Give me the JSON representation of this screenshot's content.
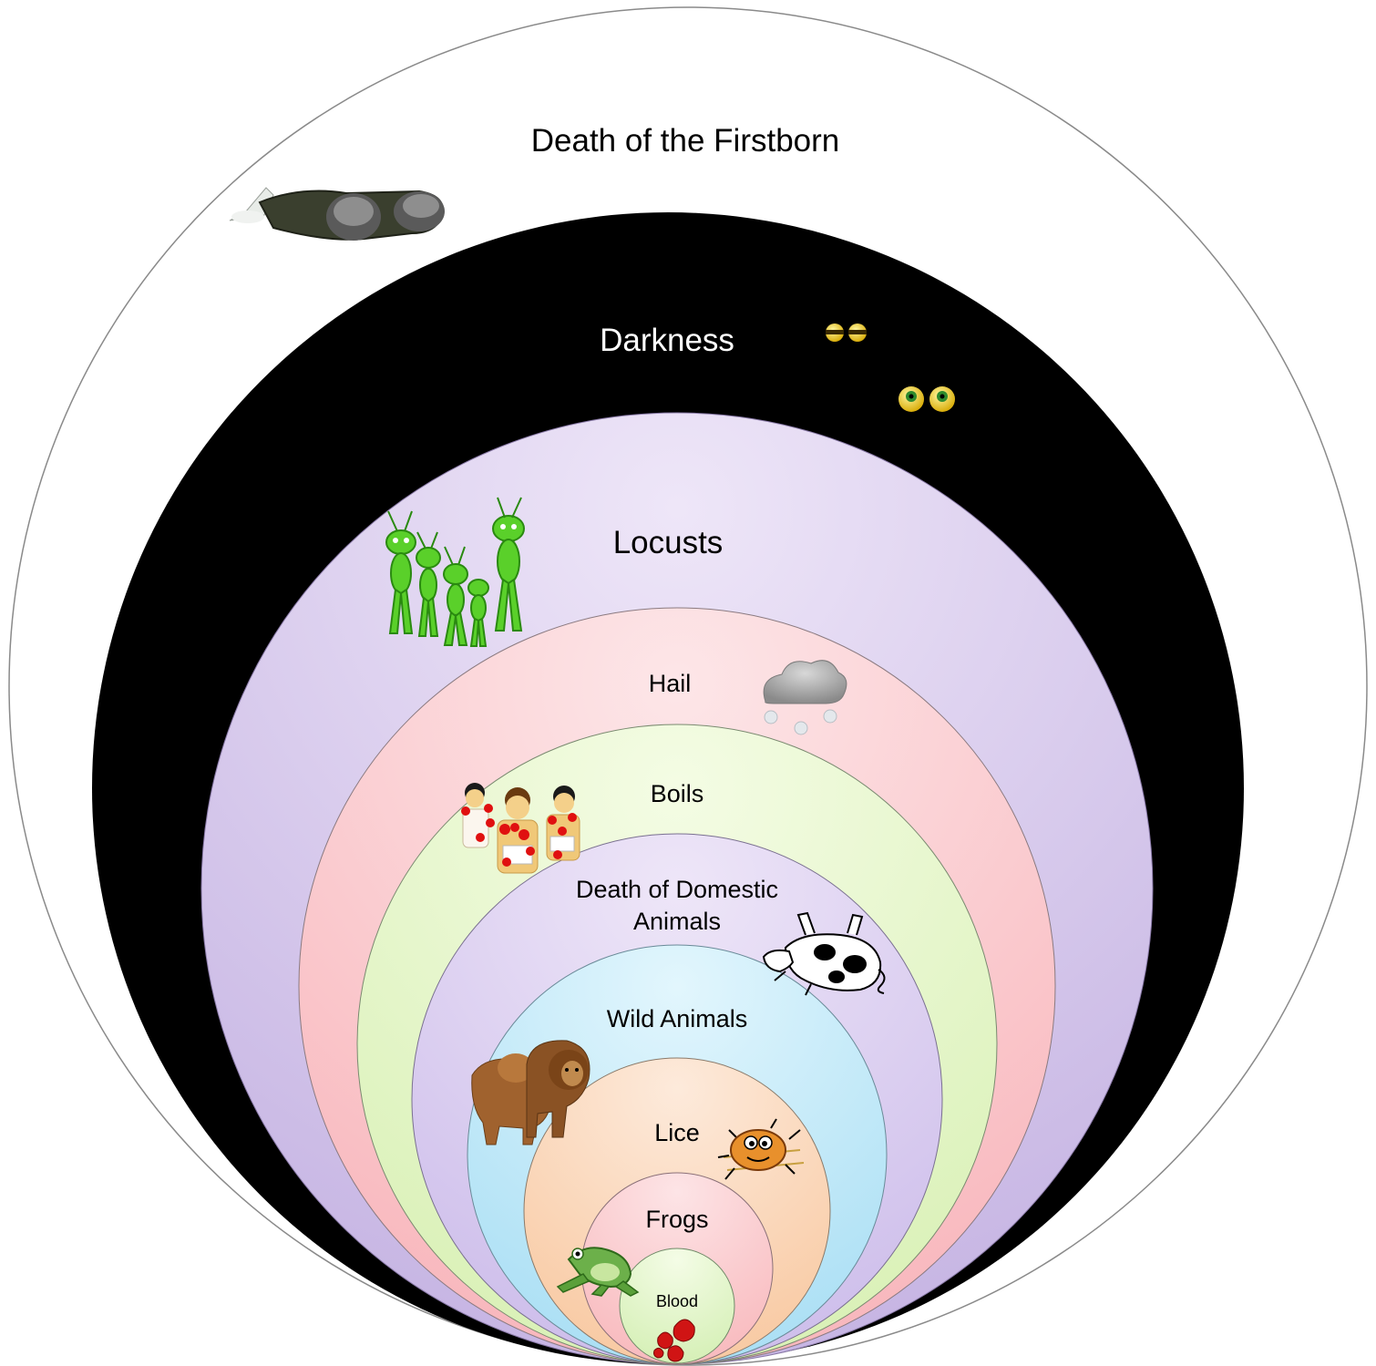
{
  "diagram": {
    "labels": {
      "firstborn": "Death of the Firstborn",
      "darkness": "Darkness",
      "locusts": "Locusts",
      "hail": "Hail",
      "boils": "Boils",
      "domestic_line1": "Death of Domestic",
      "domestic_line2": "Animals",
      "wild": "Wild Animals",
      "lice": "Lice",
      "frogs": "Frogs",
      "blood": "Blood"
    },
    "colors": {
      "firstborn": "#ffffff",
      "darkness": "#000000",
      "locusts": "#d4c6ec",
      "hail": "#fcc4c8",
      "boils": "#e4f6c8",
      "domestic": "#dcd0f0",
      "wild": "#bce8f8",
      "lice": "#fcd8b8",
      "frogs": "#fcc8cc",
      "blood": "#e0f4c8"
    },
    "icons": [
      "fallen-figure-icon",
      "eyes-in-dark-icon",
      "locust-swarm-icon",
      "hail-cloud-icon",
      "boil-covered-people-icon",
      "dead-cow-icon",
      "lions-icon",
      "louse-icon",
      "frog-icon",
      "blood-drops-icon"
    ]
  }
}
